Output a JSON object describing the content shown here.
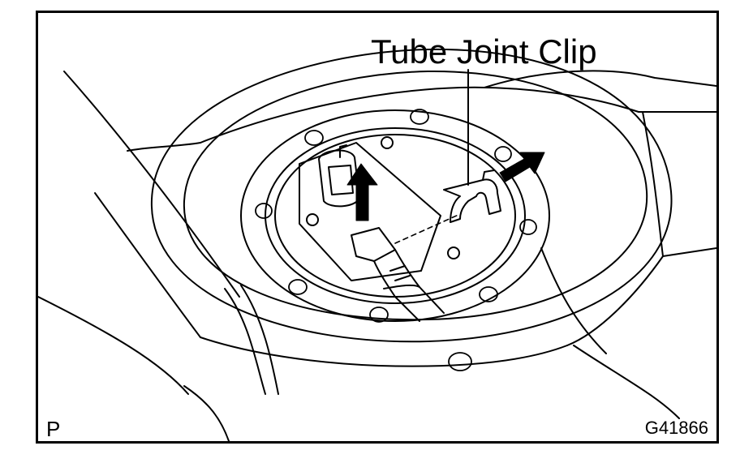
{
  "figure": {
    "callout_label": "Tube Joint Clip",
    "page_letter": "P",
    "figure_id": "G41866"
  },
  "colors": {
    "line": "#000000",
    "background": "#ffffff"
  }
}
